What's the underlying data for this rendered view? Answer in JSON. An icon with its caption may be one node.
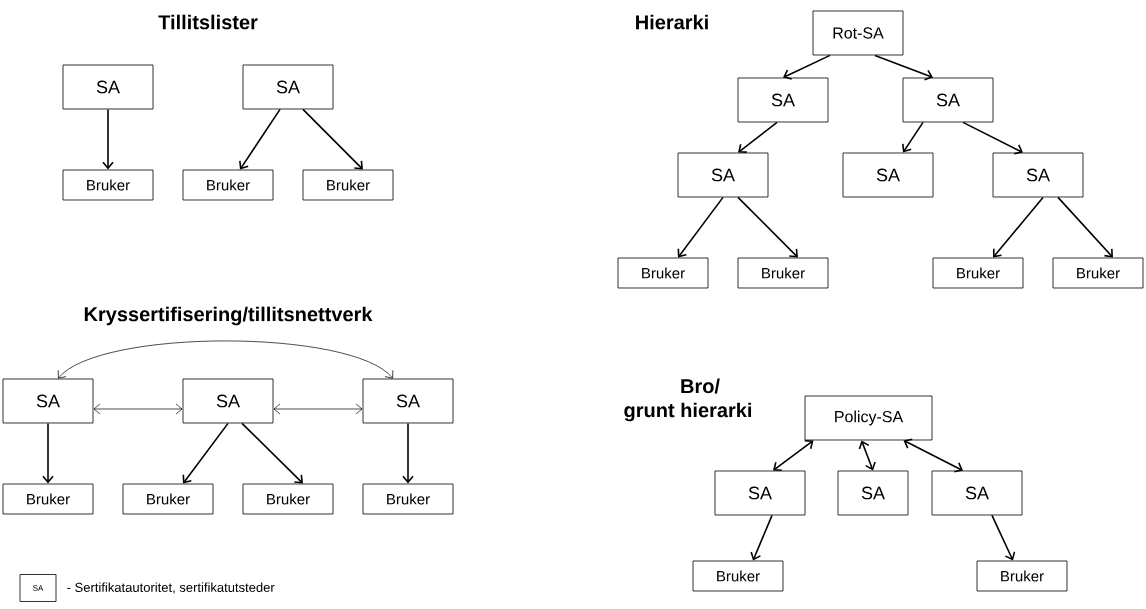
{
  "diagram": {
    "nodes": [
      {
        "text": [
          "SA"
        ]
      },
      {
        "text": [
          "Bruker"
        ]
      },
      {
        "text": [
          "SA"
        ]
      },
      {
        "text": [
          "Bruker"
        ]
      },
      {
        "text": [
          "Bruker"
        ]
      },
      {
        "text": [
          "Rot-SA"
        ]
      },
      {
        "text": [
          "SA"
        ]
      },
      {
        "text": [
          "SA"
        ]
      },
      {
        "text": [
          "SA"
        ]
      },
      {
        "text": [
          "SA"
        ]
      },
      {
        "text": [
          "SA"
        ]
      },
      {
        "text": [
          "Bruker"
        ]
      },
      {
        "text": [
          "Bruker"
        ]
      },
      {
        "text": [
          "Bruker"
        ]
      },
      {
        "text": [
          "Bruker"
        ]
      },
      {
        "text": [
          "SA"
        ]
      },
      {
        "text": [
          "SA"
        ]
      },
      {
        "text": [
          "SA"
        ]
      },
      {
        "text": [
          "Bruker"
        ]
      },
      {
        "text": [
          "Bruker"
        ]
      },
      {
        "text": [
          "Bruker"
        ]
      },
      {
        "text": [
          "Bruker"
        ]
      },
      {
        "text": [
          "Policy-SA"
        ]
      },
      {
        "text": [
          "SA"
        ]
      },
      {
        "text": [
          "SA"
        ]
      },
      {
        "text": [
          "SA"
        ]
      },
      {
        "text": [
          "Bruker"
        ]
      },
      {
        "text": [
          "Bruker"
        ]
      }
    ],
    "edges": [
      {
        "from": 0,
        "to": 1,
        "arrow": "to"
      },
      {
        "from": 2,
        "to": 3,
        "arrow": "to"
      },
      {
        "from": 2,
        "to": 4,
        "arrow": "to"
      },
      {
        "from": 5,
        "to": 6,
        "arrow": "to"
      },
      {
        "from": 5,
        "to": 7,
        "arrow": "to"
      },
      {
        "from": 6,
        "to": 8,
        "arrow": "to"
      },
      {
        "from": 7,
        "to": 9,
        "arrow": "to"
      },
      {
        "from": 7,
        "to": 10,
        "arrow": "to"
      },
      {
        "from": 8,
        "to": 11,
        "arrow": "to"
      },
      {
        "from": 8,
        "to": 12,
        "arrow": "to"
      },
      {
        "from": 10,
        "to": 13,
        "arrow": "to"
      },
      {
        "from": 10,
        "to": 14,
        "arrow": "to"
      },
      {
        "from": 15,
        "to": 17,
        "arrow": "both"
      },
      {
        "from": 15,
        "to": 16,
        "arrow": "both"
      },
      {
        "from": 16,
        "to": 17,
        "arrow": "both"
      },
      {
        "from": 15,
        "to": 18,
        "arrow": "to"
      },
      {
        "from": 16,
        "to": 19,
        "arrow": "to"
      },
      {
        "from": 16,
        "to": 20,
        "arrow": "to"
      },
      {
        "from": 17,
        "to": 21,
        "arrow": "to"
      },
      {
        "from": 22,
        "to": 23,
        "arrow": "both"
      },
      {
        "from": 22,
        "to": 24,
        "arrow": "both"
      },
      {
        "from": 22,
        "to": 25,
        "arrow": "both"
      },
      {
        "from": 23,
        "to": 26,
        "arrow": "to"
      },
      {
        "from": 25,
        "to": 27,
        "arrow": "to"
      }
    ],
    "labels": [
      "Tillitslister",
      "Hierarki",
      "Kryssertifisering/tillitsnettverk",
      "Bro/",
      "grunt hierarki",
      "SA"
    ],
    "legend": [
      {
        "text": "- Sertifikatautoritet, sertifikatutsteder"
      }
    ]
  }
}
